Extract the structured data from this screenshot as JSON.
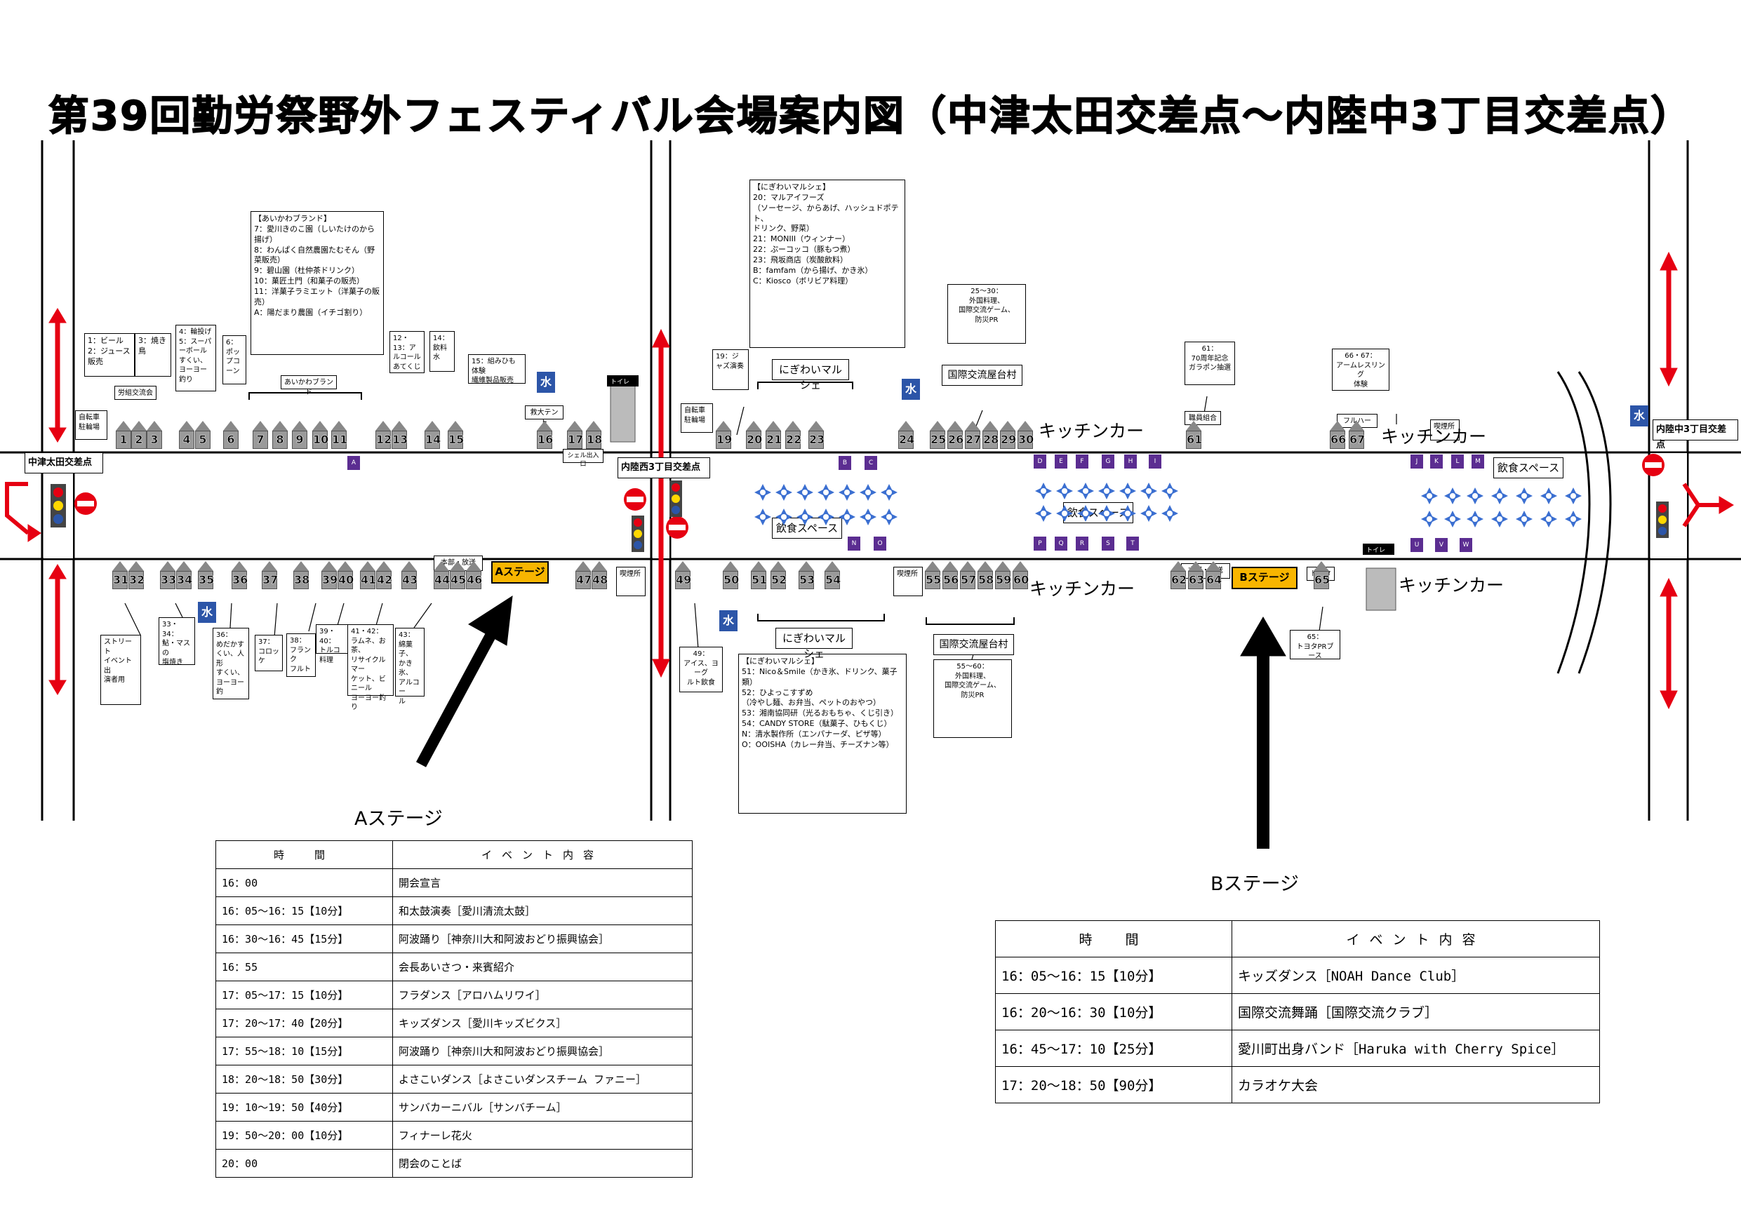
{
  "title": "第39回勤労祭野外フェスティバル会場案内図（中津太田交差点〜内陸中3丁目交差点）",
  "intersections": {
    "left": "中津太田交差点",
    "middle": "内陸西3丁目交差点",
    "right": "内陸中3丁目交差点"
  },
  "stage_a": {
    "label": "Aステージ",
    "caption": "Aステージ"
  },
  "stage_b": {
    "label": "Bステージ",
    "caption": "Bステージ"
  },
  "map_labels": {
    "bicycle_parking": "自転車\n駐輪場",
    "bicycle_parking2": "自転車\n駐輪場",
    "kitchen_car": "キッチンカー",
    "eating_space": "飲食スペース",
    "nigiwai_marche": "にぎわいマルシェ",
    "kokusai_yatai": "国際交流屋台村",
    "aikawa_brand": "あいかわブランド",
    "smoking": "喫煙所",
    "headquarters": "本部・放送",
    "toyota": "トヨタ",
    "shell_entrance": "シェル出入口",
    "furuha": "フルハーフ",
    "toilet": "トイレ",
    "mizu": "水",
    "taikai_tent": "救大テント",
    "kyoboku": "労組交流会",
    "kokusai": "国際交流屋台村",
    "shokuin_kumiai": "職員組合"
  },
  "legend_aikawa": {
    "heading": "【あいかわブランド】",
    "items": [
      "7：愛川きのこ園（しいたけのから揚げ）",
      "8：わんぱく自然農園たむそん（野菜販売）",
      "9：碧山園（杜仲茶ドリンク）",
      "10：菓匠土門（和菓子の販売）",
      "11：洋菓子ラミエット（洋菓子の販売）",
      "A：陽だまり農園（イチゴ割り）"
    ]
  },
  "legend_nigiwai1": {
    "heading": "【にぎわいマルシェ】",
    "items": [
      "20：マルアイフーズ",
      "（ソーセージ、からあげ、ハッシュドポテト、",
      "ドリンク、野菜）",
      "21：MONIII（ウィンナー）",
      "22：ぷーコッコ（豚もつ煮）",
      "23：飛坂商店（炭酸飲料）",
      "B：famfam（から揚げ、かき氷）",
      "C：Kiosco（ボリビア料理）"
    ]
  },
  "legend_nigiwai2": {
    "heading": "【にぎわいマルシェ】",
    "items": [
      "51：Nico＆Smile（かき氷、ドリンク、菓子類）",
      "52：ひよっこすずめ",
      "（冷やし麺、お弁当、ペットのおやつ）",
      "53：湘南協同研（光るおもちゃ、くじ引き）",
      "54：CANDY STORE（駄菓子、ひもくじ）",
      "N：清水製作所（エンパナーダ、ピザ等）",
      "O：OOISHA（カレー弁当、チーズナン等）"
    ]
  },
  "notes": {
    "n1": "1：ビール\n2：ジュース販売",
    "n3": "3：焼き鳥",
    "n4": "4：輪投げ\n5：スーパーボールすくい、ヨーヨー釣り",
    "n6": "6：ポップコーン",
    "n12": "12・13：アルコールあてくじ",
    "n14": "14：飲料水",
    "n15": "15：組みひも体験\n繊維製品販売",
    "n19": "19：ジャズ演奏",
    "n25": "25〜30：\n外国料理、\n国際交流ゲーム、\n防災PR",
    "n61": "61：\n70周年記念\nガラポン抽選",
    "n66": "66・67：\nアームレスリング\n体験",
    "street": "ストリート\nイベント出\n演者用",
    "n33": "33・34：\n鮎・マスの\n塩焼き",
    "n36": "36：\nめだかす\nくい、人形\nすくい、\nヨーヨー釣",
    "n37": "37：\nコロッケ",
    "n38": "38：\nフランク\nフルト",
    "n39": "39・40：\nトルコ料理",
    "n41": "41・42：\nラムネ、お茶、\nリサイクルマー\nケット、ビニール\nヨーヨー釣り",
    "n43": "43：\n綿菓子、\nかき氷、\nアルコー\nル",
    "n49": "49：\nアイス、ヨーグ\nルト飲食",
    "n55": "55〜60：\n外国料理、\n国際交流ゲーム、\n防災PR",
    "n65": "65：\nトヨタPRブース"
  },
  "schedule_a": {
    "header": [
      "時　間",
      "イベント内容"
    ],
    "rows": [
      [
        "16：00",
        "開会宣言"
      ],
      [
        "16：05〜16：15【10分】",
        "和太鼓演奏［愛川清流太鼓］"
      ],
      [
        "16：30〜16：45【15分】",
        "阿波踊り［神奈川大和阿波おどり振興協会］"
      ],
      [
        "16：55",
        "会長あいさつ・来賓紹介"
      ],
      [
        "17：05〜17：15【10分】",
        "フラダンス［アロハムリワイ］"
      ],
      [
        "17：20〜17：40【20分】",
        "キッズダンス［愛川キッズビクス］"
      ],
      [
        "17：55〜18：10【15分】",
        "阿波踊り［神奈川大和阿波おどり振興協会］"
      ],
      [
        "18：20〜18：50【30分】",
        "よさこいダンス［よさこいダンスチーム ファニー］"
      ],
      [
        "19：10〜19：50【40分】",
        "サンバカーニバル［サンバチーム］"
      ],
      [
        "19：50〜20：00【10分】",
        "フィナーレ花火"
      ],
      [
        "20：00",
        "閉会のことば"
      ]
    ]
  },
  "schedule_b": {
    "header": [
      "時　間",
      "イベント内容"
    ],
    "rows": [
      [
        "16：05〜16：15【10分】",
        "キッズダンス［NOAH Dance Club］"
      ],
      [
        "16：20〜16：30【10分】",
        "国際交流舞踊［国際交流クラブ］"
      ],
      [
        "16：45〜17：10【25分】",
        "愛川町出身バンド［Haruka with Cherry Spice］"
      ],
      [
        "17：20〜18：50【90分】",
        "カラオケ大会"
      ]
    ]
  },
  "stalls_top": [
    "1",
    "2",
    "3",
    "4",
    "5",
    "6",
    "7",
    "8",
    "9",
    "10",
    "11",
    "12",
    "13",
    "14",
    "15",
    "16",
    "17",
    "18",
    "19",
    "20",
    "21",
    "22",
    "23",
    "24",
    "25",
    "26",
    "27",
    "28",
    "29",
    "30",
    "61",
    "66",
    "67"
  ],
  "stalls_bottom": [
    "31",
    "32",
    "33",
    "34",
    "35",
    "36",
    "37",
    "38",
    "39",
    "40",
    "41",
    "42",
    "43",
    "44",
    "45",
    "46",
    "47",
    "48",
    "49",
    "50",
    "51",
    "52",
    "53",
    "54",
    "55",
    "56",
    "57",
    "58",
    "59",
    "60",
    "62",
    "63",
    "64",
    "65"
  ],
  "letters": [
    "A",
    "B",
    "C",
    "D",
    "E",
    "F",
    "G",
    "H",
    "I",
    "J",
    "K",
    "L",
    "M",
    "N",
    "O",
    "P",
    "Q",
    "R",
    "S",
    "T",
    "U",
    "V",
    "W"
  ],
  "colors": {
    "stage": "#f8b500",
    "arrow_red": "#e60012",
    "letter_box": "#5b2d91",
    "mizu": "#2c55a8",
    "tent": "#3b6fd1"
  }
}
